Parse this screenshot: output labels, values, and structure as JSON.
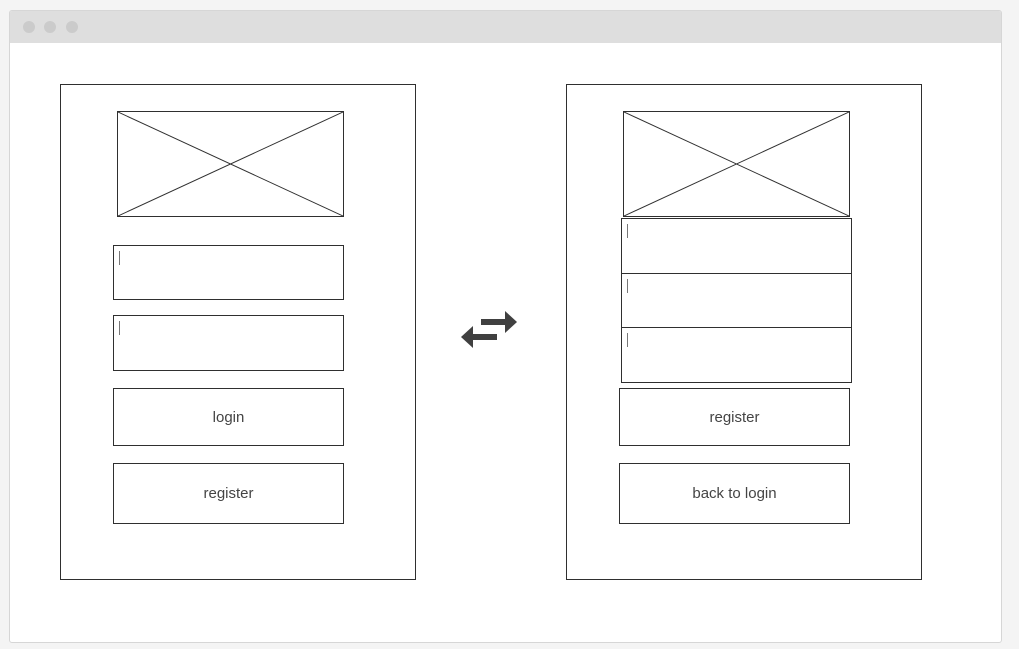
{
  "window": {
    "controls": [
      "close-dot",
      "minimize-dot",
      "maximize-dot"
    ]
  },
  "login_panel": {
    "image_icon": "image-placeholder-icon",
    "fields": [
      "",
      ""
    ],
    "login_label": "login",
    "register_label": "register"
  },
  "swap": {
    "icon": "swap-arrows-icon",
    "color": "#404040"
  },
  "register_panel": {
    "image_icon": "image-placeholder-icon",
    "fields": [
      "",
      "",
      ""
    ],
    "register_label": "register",
    "back_label": "back to login"
  }
}
